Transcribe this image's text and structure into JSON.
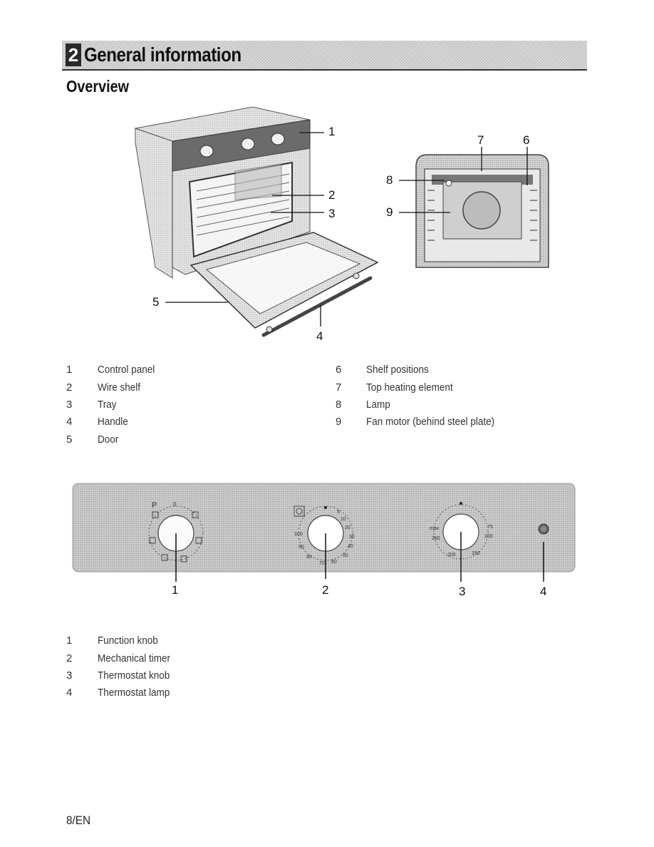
{
  "header": {
    "chapter_number": "2",
    "chapter_title": "General information"
  },
  "section": {
    "title": "Overview"
  },
  "oven_diagram": {
    "callouts": [
      "1",
      "2",
      "3",
      "4",
      "5",
      "6",
      "7",
      "8",
      "9"
    ]
  },
  "oven_legend": {
    "left": [
      {
        "num": "1",
        "label": "Control panel"
      },
      {
        "num": "2",
        "label": "Wire shelf"
      },
      {
        "num": "3",
        "label": "Tray"
      },
      {
        "num": "4",
        "label": "Handle"
      },
      {
        "num": "5",
        "label": "Door"
      }
    ],
    "right": [
      {
        "num": "6",
        "label": "Shelf positions"
      },
      {
        "num": "7",
        "label": "Top heating element"
      },
      {
        "num": "8",
        "label": "Lamp"
      },
      {
        "num": "9",
        "label": "Fan motor (behind steel plate)"
      }
    ]
  },
  "panel_diagram": {
    "callouts": [
      "1",
      "2",
      "3",
      "4"
    ],
    "timer_marks": [
      "5",
      "10",
      "20",
      "30",
      "40",
      "50",
      "60",
      "70",
      "80",
      "90",
      "100"
    ],
    "thermostat_marks": [
      "max",
      "250",
      "200",
      "150",
      "100",
      "75"
    ],
    "function_marks": [
      "P",
      "0"
    ]
  },
  "panel_legend": [
    {
      "num": "1",
      "label": "Function knob"
    },
    {
      "num": "2",
      "label": "Mechanical timer"
    },
    {
      "num": "3",
      "label": "Thermostat knob"
    },
    {
      "num": "4",
      "label": "Thermostat lamp"
    }
  ],
  "footer": {
    "page_label": "8/EN"
  }
}
